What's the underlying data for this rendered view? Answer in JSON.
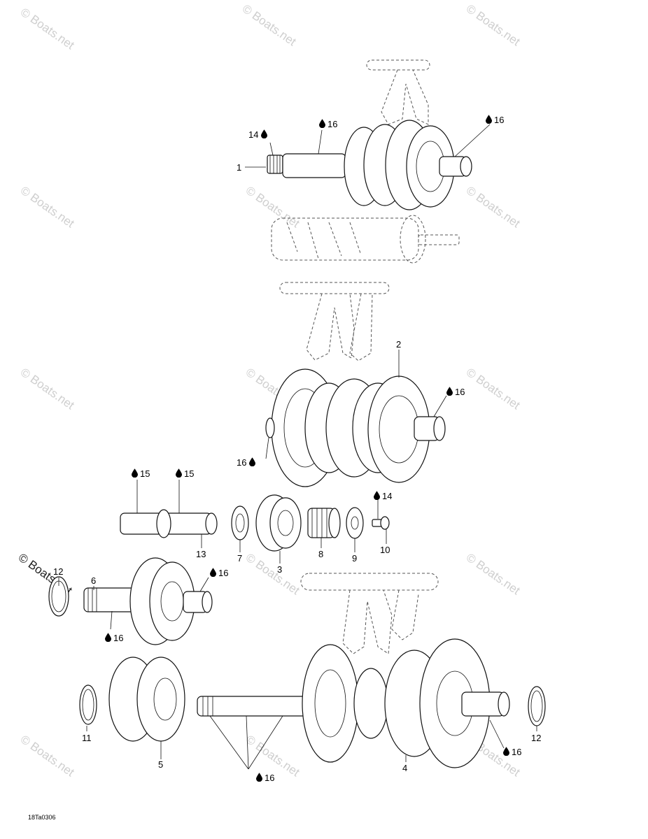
{
  "watermark": "© Boats.net",
  "diagram_code": "18Ta0306",
  "callouts": {
    "c1": "1",
    "c2": "2",
    "c3": "3",
    "c4": "4",
    "c5": "5",
    "c6": "6",
    "c7": "7",
    "c8": "8",
    "c9": "9",
    "c10": "10",
    "c11": "11",
    "c12a": "12",
    "c12b": "12",
    "c13": "13"
  },
  "lube_notes": {
    "n14a": "14",
    "n16a": "16",
    "n16b": "16",
    "n16c": "16",
    "n16d": "16",
    "n15a": "15",
    "n15b": "15",
    "n14b": "14",
    "n16e": "16",
    "n16f": "16",
    "n16g": "16",
    "n16h": "16"
  },
  "icons": {
    "lube": "oil-drop-icon"
  }
}
